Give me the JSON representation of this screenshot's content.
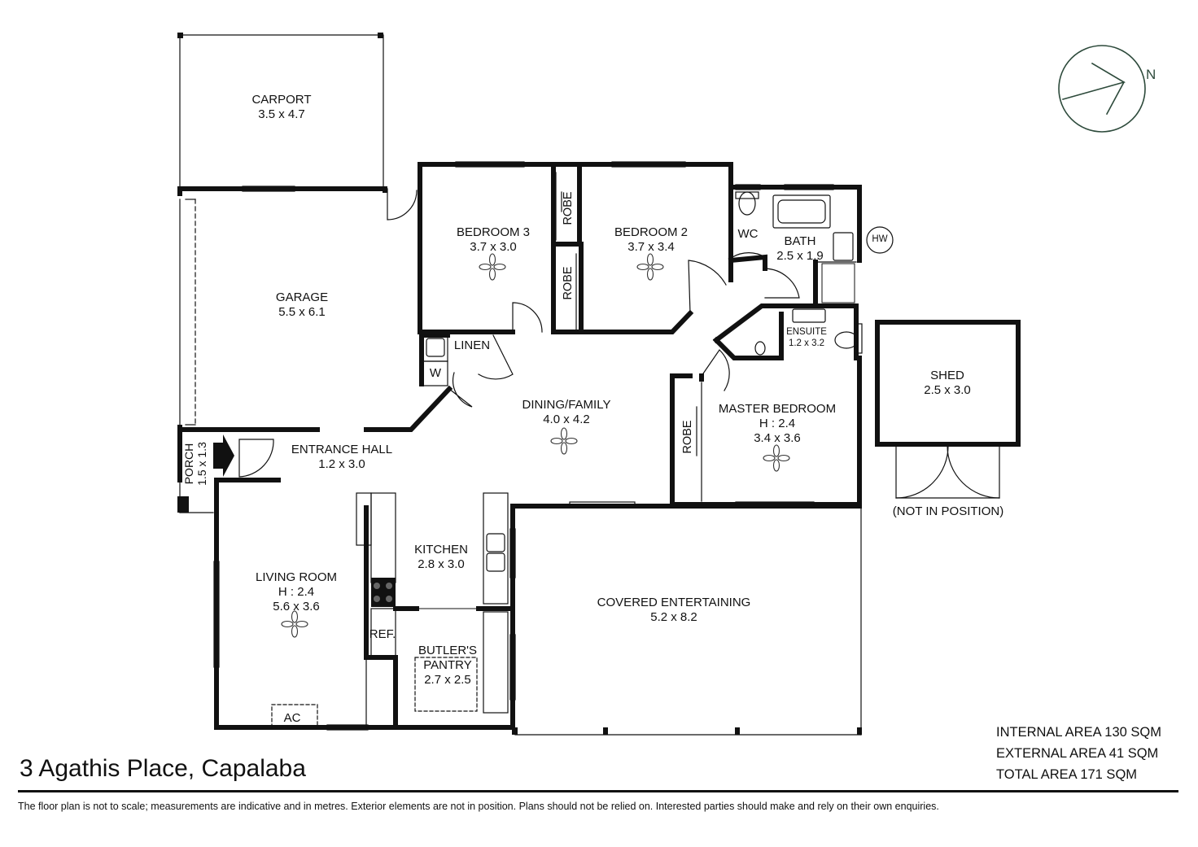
{
  "address": "3 Agathis Place, Capalaba",
  "disclaimer": "The floor plan is not to scale; measurements are indicative and in metres. Exterior elements are not in position. Plans should not be relied on. Interested parties should make and rely on their own enquiries.",
  "areas": {
    "internal": "INTERNAL AREA 130 SQM",
    "external": "EXTERNAL AREA 41 SQM",
    "total": "TOTAL AREA 171 SQM"
  },
  "compass": {
    "label": "N",
    "color": "#2d4a3b"
  },
  "rooms": {
    "carport": {
      "name": "CARPORT",
      "size": "3.5 x 4.7"
    },
    "garage": {
      "name": "GARAGE",
      "size": "5.5 x 6.1"
    },
    "bedroom3": {
      "name": "BEDROOM 3",
      "size": "3.7 x 3.0"
    },
    "bedroom2": {
      "name": "BEDROOM 2",
      "size": "3.7 x 3.4"
    },
    "wc": {
      "name": "WC"
    },
    "bath": {
      "name": "BATH",
      "size": "2.5 x 1.9"
    },
    "hw": {
      "name": "HW"
    },
    "ensuite": {
      "name": "ENSUITE",
      "size": "1.2 x 3.2"
    },
    "linen": {
      "name": "LINEN"
    },
    "laundry_w": {
      "name": "W"
    },
    "dining": {
      "name": "DINING/FAMILY",
      "size": "4.0 x 4.2"
    },
    "master": {
      "name": "MASTER BEDROOM",
      "height": "H : 2.4",
      "size": "3.4 x 3.6"
    },
    "entrance": {
      "name": "ENTRANCE HALL",
      "size": "1.2 x 3.0"
    },
    "porch": {
      "name": "PORCH",
      "size": "1.5 x 1.3"
    },
    "kitchen": {
      "name": "KITCHEN",
      "size": "2.8 x 3.0"
    },
    "living": {
      "name": "LIVING ROOM",
      "height": "H : 2.4",
      "size": "5.6 x 3.6"
    },
    "ref": {
      "name": "REF."
    },
    "butlers": {
      "name1": "BUTLER'S",
      "name2": "PANTRY",
      "size": "2.7 x 2.5"
    },
    "ac": {
      "name": "AC"
    },
    "covered": {
      "name": "COVERED ENTERTAINING",
      "size": "5.2 x 8.2"
    },
    "shed": {
      "name": "SHED",
      "size": "2.5 x 3.0",
      "note": "(NOT IN POSITION)"
    },
    "robe": {
      "name": "ROBE"
    }
  }
}
